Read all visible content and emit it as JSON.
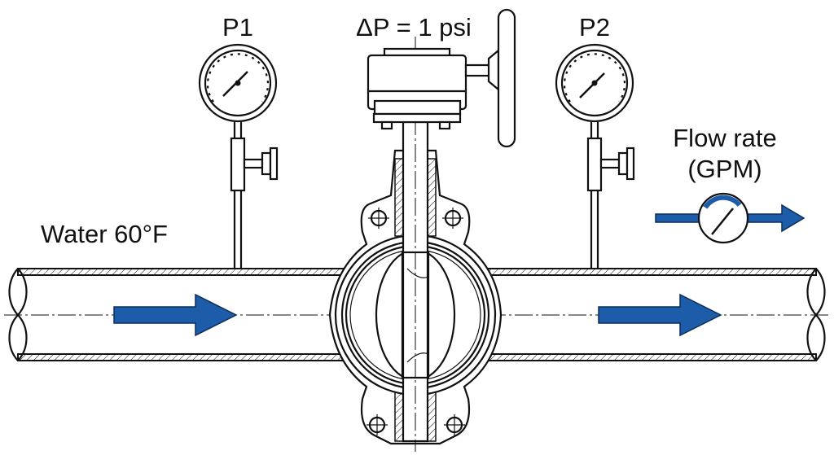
{
  "labels": {
    "p1": "P1",
    "p2": "P2",
    "delta_p": "ΔP = 1 psi",
    "flow_rate_line1": "Flow rate",
    "flow_rate_line2": "(GPM)",
    "fluid": "Water 60°F"
  },
  "colors": {
    "flow_arrow": "#1c5ca8",
    "line": "#111111"
  }
}
